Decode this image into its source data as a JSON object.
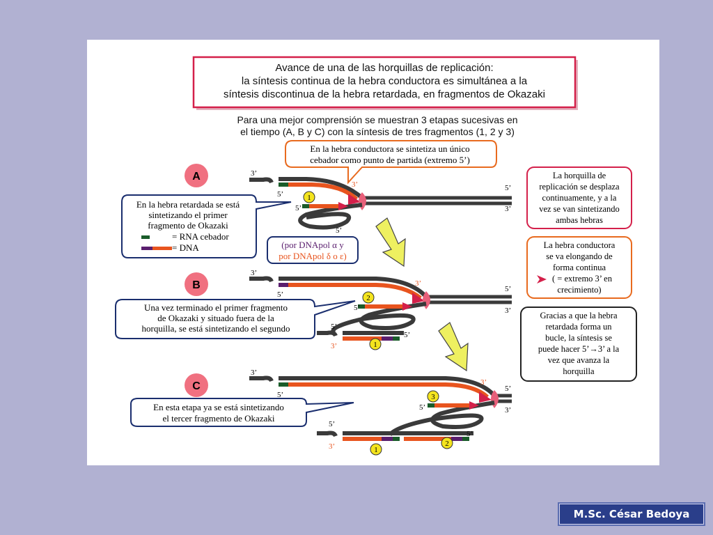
{
  "header": {
    "title_lines": [
      "Avance de una de las horquillas de replicación:",
      "la síntesis continua de la hebra conductora es simultánea a la",
      "síntesis discontinua de la hebra retardada, en fragmentos de Okazaki"
    ],
    "subtitle_lines": [
      "Para una mejor comprensión se muestran 3 etapas sucesivas en",
      "el tiempo (A, B y C) con la síntesis de tres fragmentos (1, 2 y 3)"
    ]
  },
  "stages": [
    {
      "letter": "A"
    },
    {
      "letter": "B"
    },
    {
      "letter": "C"
    }
  ],
  "fragment_labels": [
    "1",
    "2",
    "3"
  ],
  "end_labels": {
    "three": "3’",
    "five": "5’"
  },
  "callouts": {
    "leading_primer": [
      "En la hebra conductora se sintetiza un único",
      "cebador como punto de partida (extremo 5’)"
    ],
    "lagging_first": [
      "En la hebra retardada se está",
      "sintetizando el primer",
      "fragmento de Okazaki"
    ],
    "legend": {
      "rna": "= RNA cebador",
      "dna": "= DNA"
    },
    "polymerase": {
      "alpha": "(por DNApol α y",
      "delta": "por DNApol δ o ε)"
    },
    "fork_moves": [
      "La horquilla de",
      "replicación se desplaza",
      "continuamente, y a la",
      "vez se van sintetizando",
      "ambas hebras"
    ],
    "leading_elongates": [
      "La hebra conductora",
      "se va elongando de",
      "forma continua",
      "(     = extremo 3’ en",
      "crecimiento)"
    ],
    "loop": [
      "Gracias a que la hebra",
      "retardada forma un",
      "bucle, la síntesis se",
      "puede hacer 5’→3’ a la",
      "vez que avanza la",
      "horquilla"
    ],
    "stage_b": [
      "Una vez terminado el primer fragmento",
      "de Okazaki y situado fuera de la",
      "horquilla, se está sintetizando el segundo"
    ],
    "stage_c": [
      "En esta etapa ya se está sintetizando",
      "el tercer fragmento de Okazaki"
    ]
  },
  "colors": {
    "dna_strand": "#3a3a3a",
    "new_dna": "#e8541e",
    "rna_primer": "#1a5c2a",
    "dna_primer": "#5a1e6e",
    "helicase": "#e8607a",
    "frame_pink": "#d4204a",
    "frame_orange": "#e86a1e",
    "arrow_yellow": "#eef060",
    "badge_yellow": "#f4e41e",
    "stage_circle": "#f07080"
  },
  "author": "M.Sc. César Bedoya"
}
